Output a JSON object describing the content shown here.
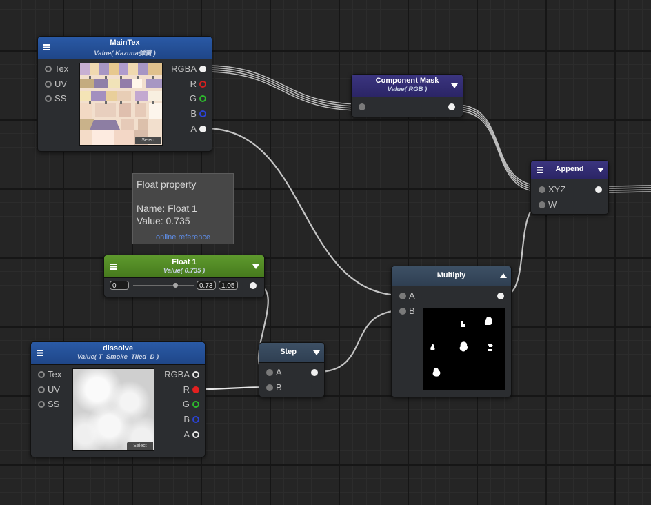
{
  "nodes": {
    "maintex": {
      "title": "MainTex",
      "subtitle": "Value( Kazuna弹簧 )",
      "inputs": [
        "Tex",
        "UV",
        "SS"
      ],
      "outputs": [
        "RGBA",
        "R",
        "G",
        "B",
        "A"
      ],
      "select_label": "Select"
    },
    "component_mask": {
      "title": "Component Mask",
      "subtitle": "Value( RGB )"
    },
    "append": {
      "title": "Append",
      "inputs": [
        "XYZ",
        "W"
      ]
    },
    "float1": {
      "title": "Float 1",
      "subtitle": "Value( 0.735 )",
      "min": "0",
      "value": "0.73",
      "max": "1.05",
      "slider_fraction": 0.7
    },
    "multiply": {
      "title": "Multiply",
      "inputs": [
        "A",
        "B"
      ]
    },
    "dissolve": {
      "title": "dissolve",
      "subtitle": "Value( T_Smoke_Tiled_D )",
      "inputs": [
        "Tex",
        "UV",
        "SS"
      ],
      "outputs": [
        "RGBA",
        "R",
        "G",
        "B",
        "A"
      ],
      "select_label": "Select"
    },
    "step": {
      "title": "Step",
      "inputs": [
        "A",
        "B"
      ]
    }
  },
  "tooltip": {
    "heading": "Float property",
    "name_line": "Name: Float 1",
    "value_line": "Value: 0.735",
    "link": "online reference"
  },
  "colors": {
    "property_header": "#2a5aa6",
    "function_header": "#3b3580",
    "constant_header": "#5e9a2d",
    "operator_header": "#3d5065",
    "port_r": "#e32020",
    "port_g": "#2dbb2d",
    "port_b": "#2b43d6",
    "link": "#5f8ee8"
  }
}
